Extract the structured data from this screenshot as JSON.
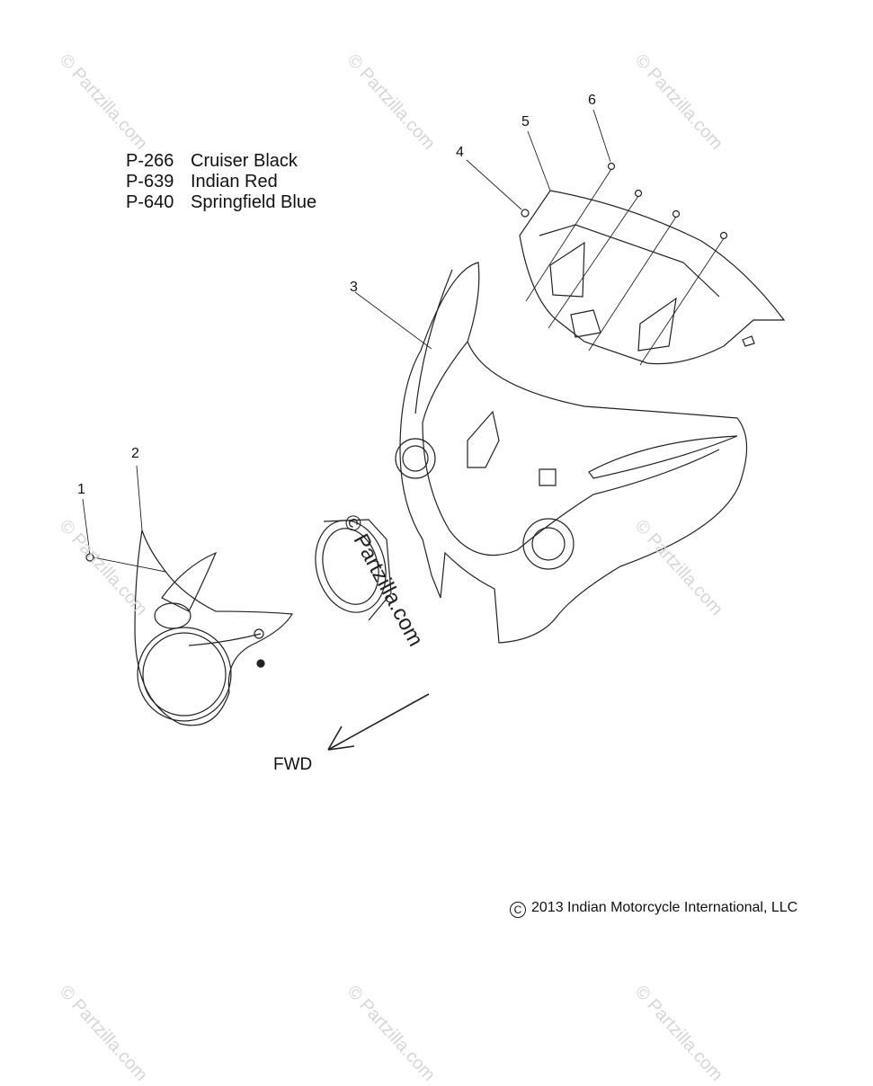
{
  "color_list": [
    {
      "code": "P-266",
      "name": "Cruiser Black"
    },
    {
      "code": "P-639",
      "name": "Indian Red"
    },
    {
      "code": "P-640",
      "name": "Springfield Blue"
    }
  ],
  "callouts": [
    "1",
    "2",
    "3",
    "4",
    "5",
    "6"
  ],
  "direction_label": "FWD",
  "copyright": {
    "symbol": "C",
    "text": "2013 Indian Motorcycle International, LLC"
  },
  "watermark": "© Partzilla.com",
  "center_watermark": "© Partzilla.com"
}
